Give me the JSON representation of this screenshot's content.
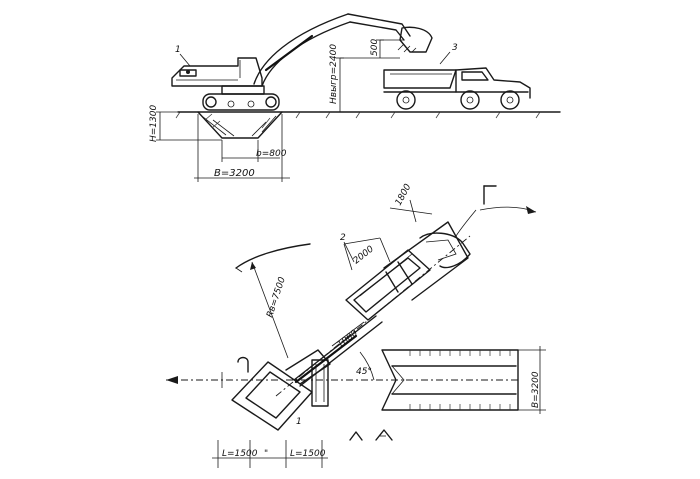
{
  "side_view": {
    "callouts": {
      "excavator": "1",
      "truck": "3"
    },
    "dim_trench_depth": "H=1300",
    "dim_loading_height": "Hвыгр=2400",
    "dim_clearance": "500",
    "dim_trench_bottom": "b=800",
    "dim_trench_top": "B=3200"
  },
  "plan_view": {
    "callouts": {
      "excavator": "1",
      "truck_position": "2"
    },
    "dim_radius": "Rв=7500",
    "dim_offset_a": "1800",
    "dim_offset_b": "2000",
    "dim_offset_c": "1800",
    "angle": "45°",
    "dim_trench_width": "B=3200",
    "dim_left": "L=1500",
    "dim_mid": "\"",
    "dim_right": "L=1500",
    "direction_marker": "Г"
  }
}
